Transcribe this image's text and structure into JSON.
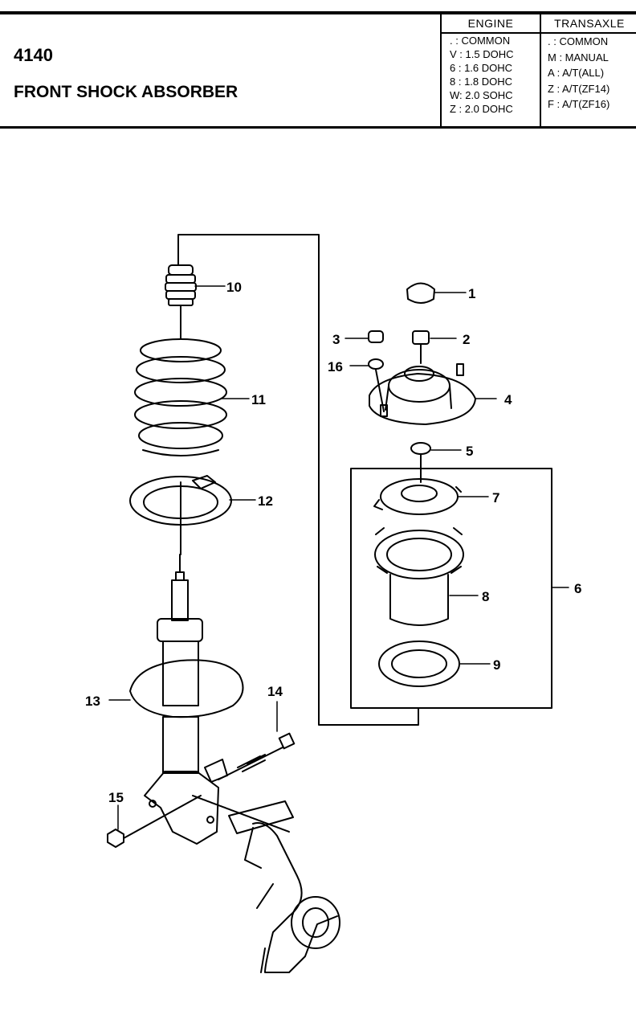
{
  "header": {
    "code": "4140",
    "title": "FRONT SHOCK ABSORBER",
    "engine": {
      "heading": "ENGINE",
      "rows": [
        ". : COMMON",
        "V : 1.5 DOHC",
        "6 : 1.6 DOHC",
        "8 : 1.8 DOHC",
        "W: 2.0 SOHC",
        "Z : 2.0 DOHC"
      ]
    },
    "transaxle": {
      "heading": "TRANSAXLE",
      "rows": [
        ". : COMMON",
        "M : MANUAL",
        "A : A/T(ALL)",
        "Z : A/T(ZF14)",
        "F : A/T(ZF16)"
      ]
    }
  },
  "callouts": [
    "1",
    "2",
    "3",
    "4",
    "5",
    "6",
    "7",
    "8",
    "9",
    "10",
    "11",
    "12",
    "13",
    "14",
    "15",
    "16"
  ]
}
